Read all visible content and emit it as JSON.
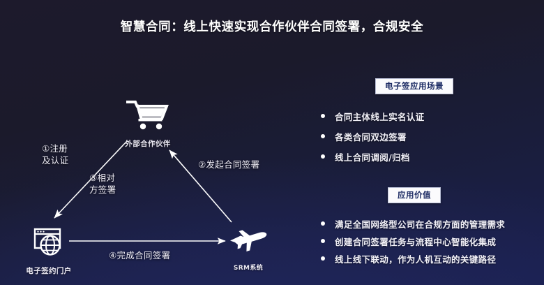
{
  "slide": {
    "title": "智慧合同：线上快速实现合作伙伴合同签署，合规安全",
    "background_top_color": "#1d1a2c",
    "background_bottom_color": "#1a2050",
    "text_color": "#ffffff"
  },
  "diagram": {
    "nodes": [
      {
        "id": "partner",
        "icon": "shopping-cart-icon",
        "caption": "外部合作伙伴"
      },
      {
        "id": "portal",
        "icon": "browser-globe-icon",
        "caption": "电子签约门户"
      },
      {
        "id": "srm",
        "icon": "airplane-icon",
        "caption": "SRM系统"
      }
    ],
    "steps": [
      {
        "id": "step1",
        "label": "①注册\n及认证",
        "line1": "①注册",
        "line2": "及认证"
      },
      {
        "id": "step2",
        "label": "②发起合同签署"
      },
      {
        "id": "step3",
        "label": "③相对\n方签署",
        "line1": "③相对",
        "line2": "方签署"
      },
      {
        "id": "step4",
        "label": "④完成合同签署"
      }
    ],
    "arrow_color": "#ffffff"
  },
  "panels": [
    {
      "id": "scene",
      "heading": "电子签应用场景",
      "heading_text_color": "#1b2a63",
      "heading_bg_color": "#fbfbfd",
      "items": [
        "合同主体线上实名认证",
        "各类合同双边签署",
        "线上合同调阅/归档"
      ]
    },
    {
      "id": "value",
      "heading": "应用价值",
      "heading_text_color": "#1b2a63",
      "heading_bg_color": "#fbfbfd",
      "items": [
        "满足全国网络型公司在合规方面的管理需求",
        "创建合同签署任务与流程中心智能化集成",
        "线上线下联动，作为人机互动的关键路径"
      ]
    }
  ]
}
